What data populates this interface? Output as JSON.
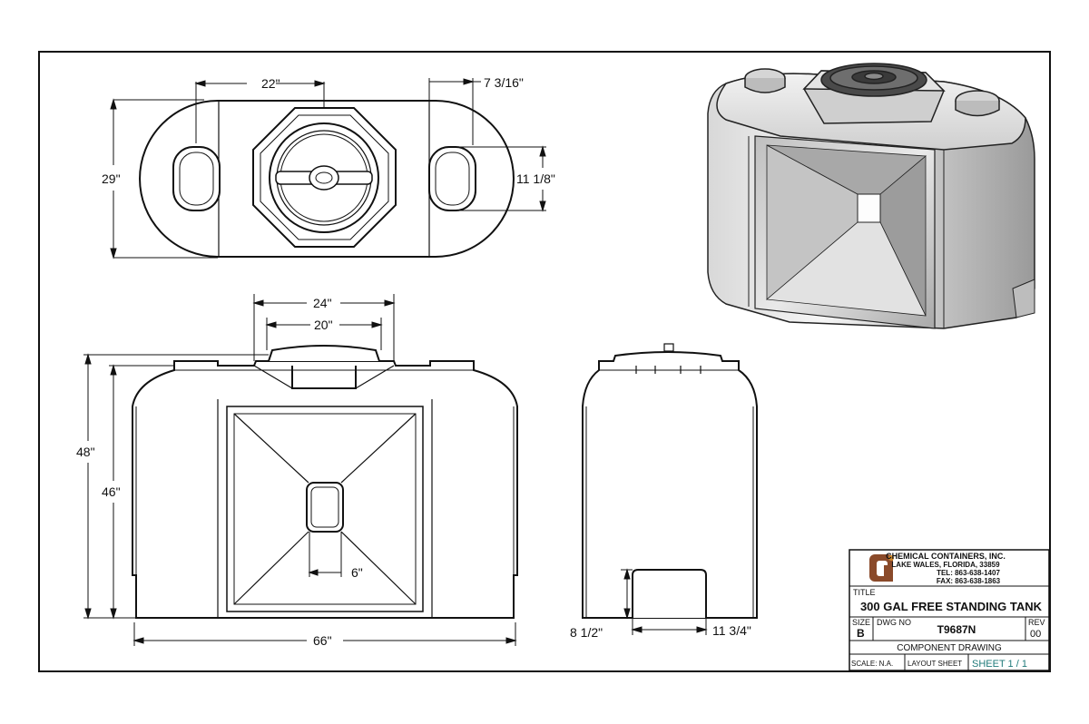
{
  "dimensions": {
    "top_width": "22\"",
    "top_offset": "7 3/16\"",
    "top_depth": "29\"",
    "top_handle": "11 1/8\"",
    "lid_outer": "24\"",
    "lid_inner": "20\"",
    "height_total": "48\"",
    "height_body": "46\"",
    "pocket": "6\"",
    "length": "66\"",
    "fork_height": "8 1/2\"",
    "fork_width": "11 3/4\""
  },
  "title_block": {
    "company": "CHEMICAL CONTAINERS, INC.",
    "address": "LAKE WALES, FLORIDA, 33859",
    "tel": "TEL: 863-638-1407",
    "fax": "FAX: 863-638-1863",
    "title_label": "TITLE",
    "title": "300 GAL FREE STANDING TANK",
    "size_label": "SIZE",
    "size": "B",
    "dwg_label": "DWG NO",
    "dwg_no": "T9687N",
    "rev_label": "REV",
    "rev": "00",
    "drawing_type": "COMPONENT DRAWING",
    "scale": "SCALE: N.A.",
    "layout": "LAYOUT SHEET",
    "sheet": "SHEET 1 / 1"
  },
  "colors": {
    "logo_brown": "#8a4a2a",
    "logo_orange": "#d08a2a",
    "sheet_teal": "#1f7a7a"
  }
}
